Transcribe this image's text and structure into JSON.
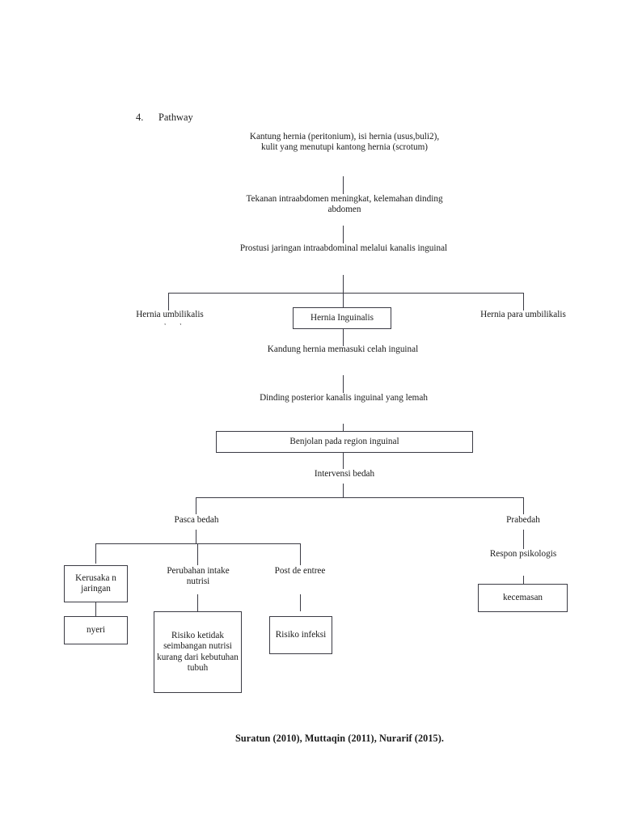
{
  "document": {
    "section_number": "4.",
    "section_title": "Pathway",
    "citation": "Suratun (2010), Muttaqin (2011), Nurarif (2015)."
  },
  "theme": {
    "page_background": "#ffffff",
    "text_color": "#1a1a1a",
    "line_color": "#3b3b44",
    "box_fill": "#ffffff"
  },
  "chart_data": {
    "type": "diagram",
    "title": "Pathway",
    "orientation": "top-down flowchart",
    "nodes": [
      {
        "id": "n1",
        "label": "Kantung hernia (peritonium), isi hernia (usus,buli2), kulit yang menutupi kantong hernia (scrotum)",
        "boxed": false
      },
      {
        "id": "n2",
        "label": "Tekanan intraabdomen meningkat, kelemahan dinding abdomen",
        "boxed": false
      },
      {
        "id": "n3",
        "label": "Prostusi jaringan intraabdominal melalui kanalis inguinal",
        "boxed": false
      },
      {
        "id": "n4",
        "label": "Hernia umbilikalis",
        "boxed": false
      },
      {
        "id": "n5",
        "label": "Hernia Inguinalis",
        "boxed": true
      },
      {
        "id": "n6",
        "label": "Hernia para umbilikalis",
        "boxed": false
      },
      {
        "id": "n7",
        "label": "Kandung hernia memasuki celah inguinal",
        "boxed": false
      },
      {
        "id": "n8",
        "label": "Dinding posterior kanalis inguinal yang lemah",
        "boxed": false
      },
      {
        "id": "n9",
        "label": "Benjolan pada region inguinal",
        "boxed": true
      },
      {
        "id": "n10",
        "label": "Intervensi bedah",
        "boxed": false
      },
      {
        "id": "n11",
        "label": "Pasca bedah",
        "boxed": false
      },
      {
        "id": "n12",
        "label": "Prabedah",
        "boxed": false
      },
      {
        "id": "n13",
        "label": "Kerusaka n jaringan",
        "boxed": true
      },
      {
        "id": "n14",
        "label": "Perubahan intake nutrisi",
        "boxed": false
      },
      {
        "id": "n15",
        "label": "Post de entree",
        "boxed": false
      },
      {
        "id": "n16",
        "label": "Respon psikologis",
        "boxed": false
      },
      {
        "id": "n17",
        "label": "nyeri",
        "boxed": true
      },
      {
        "id": "n18",
        "label": "Risiko ketidak seimbangan nutrisi kurang dari kebutuhan tubuh",
        "boxed": true
      },
      {
        "id": "n19",
        "label": "Risiko infeksi",
        "boxed": true
      },
      {
        "id": "n20",
        "label": "kecemasan",
        "boxed": true
      }
    ],
    "edges": [
      {
        "from": "n1",
        "to": "n2"
      },
      {
        "from": "n2",
        "to": "n3"
      },
      {
        "from": "n3",
        "to": "n4"
      },
      {
        "from": "n3",
        "to": "n5"
      },
      {
        "from": "n3",
        "to": "n6"
      },
      {
        "from": "n5",
        "to": "n7"
      },
      {
        "from": "n7",
        "to": "n8"
      },
      {
        "from": "n8",
        "to": "n9"
      },
      {
        "from": "n9",
        "to": "n10"
      },
      {
        "from": "n10",
        "to": "n11"
      },
      {
        "from": "n10",
        "to": "n12"
      },
      {
        "from": "n11",
        "to": "n13"
      },
      {
        "from": "n11",
        "to": "n14"
      },
      {
        "from": "n11",
        "to": "n15"
      },
      {
        "from": "n12",
        "to": "n16"
      },
      {
        "from": "n13",
        "to": "n17"
      },
      {
        "from": "n14",
        "to": "n18"
      },
      {
        "from": "n15",
        "to": "n19"
      },
      {
        "from": "n16",
        "to": "n20"
      }
    ]
  },
  "nodes": {
    "n1": "Kantung hernia (peritonium), isi hernia (usus,buli2), kulit yang menutupi kantong hernia (scrotum)",
    "n2": "Tekanan intraabdomen meningkat, kelemahan dinding abdomen",
    "n3": "Prostusi jaringan intraabdominal melalui kanalis inguinal",
    "n4": "Hernia umbilikalis",
    "n5": "Hernia Inguinalis",
    "n6": "Hernia para umbilikalis",
    "n7": "Kandung hernia memasuki celah inguinal",
    "n8": "Dinding posterior kanalis inguinal yang lemah",
    "n9": "Benjolan pada region inguinal",
    "n10": "Intervensi bedah",
    "n11": "Pasca bedah",
    "n12": "Prabedah",
    "n13": "Kerusaka n jaringan",
    "n14": "Perubahan intake nutrisi",
    "n15": "Post de entree",
    "n16": "Respon psikologis",
    "n17": "nyeri",
    "n18": "Risiko ketidak seimbangan nutrisi kurang dari kebutuhan tubuh",
    "n19": "Risiko infeksi",
    "n20": "kecemasan"
  }
}
